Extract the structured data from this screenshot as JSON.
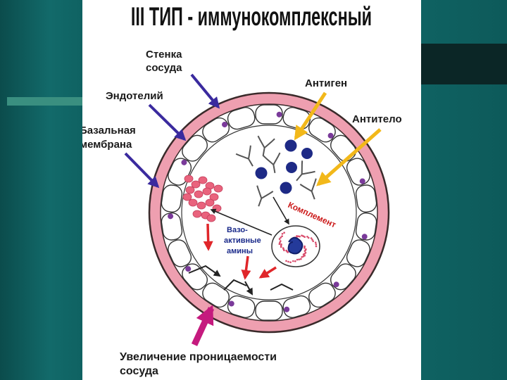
{
  "slide": {
    "title": "III ТИП - иммунокомплексный",
    "labels": {
      "vessel_wall_1": "Стенка",
      "vessel_wall_2": "сосуда",
      "endothelium": "Эндотелий",
      "basement_1": "Базальная",
      "basement_2": "мембрана",
      "antigen": "Антиген",
      "antibody": "Антитело",
      "complement": "Комплемент",
      "vasoactive_1": "Вазо-",
      "vasoactive_2": "активные",
      "vasoactive_3": "амины",
      "permeability_1": "Увеличение проницаемости",
      "permeability_2": "сосуда"
    }
  },
  "colors": {
    "background": "#0f5e5e",
    "vessel_wall": "#ee9fb0",
    "antigen": "#1e2a86",
    "arrow_blue": "#3a2a9e",
    "arrow_yellow": "#f2b81a",
    "arrow_red": "#e0262a",
    "arrow_magenta": "#c51a7e",
    "nucleus": "#7a3a9a"
  }
}
